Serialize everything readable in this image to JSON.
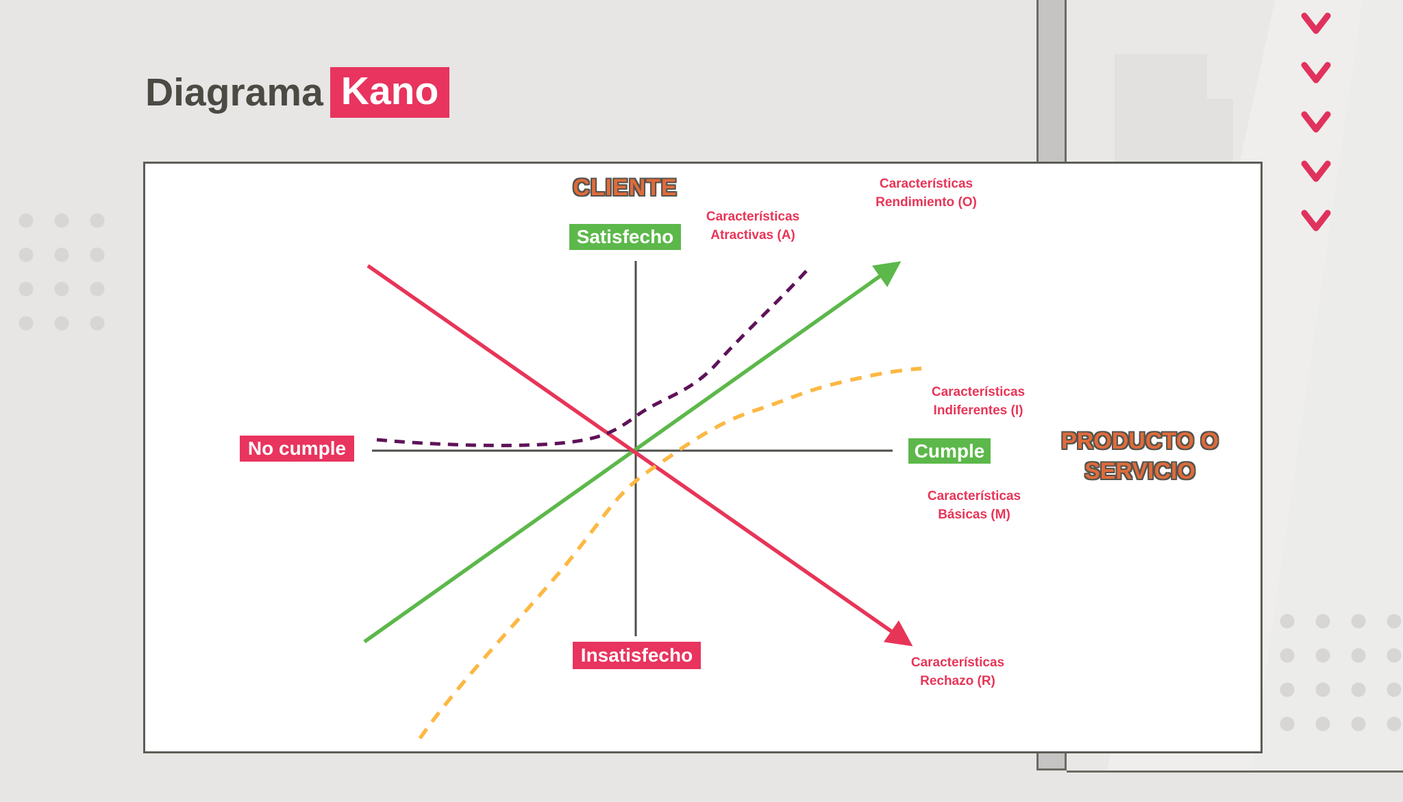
{
  "header": {
    "title_plain": "Diagrama",
    "title_highlight": "Kano"
  },
  "kano": {
    "axis_labels": {
      "client": "CLIENTE",
      "satisfied": "Satisfecho",
      "unsatisfied": "Insatisfecho",
      "not_fulfilled": "No cumple",
      "fulfilled": "Cumple",
      "product_line1": "PRODUCTO O",
      "product_line2": "SERVICIO"
    },
    "curve_labels": {
      "attractive": {
        "line1": "Características",
        "line2": "Atractivas (A)"
      },
      "performance": {
        "line1": "Características",
        "line2": "Rendimiento (O)"
      },
      "indifferent": {
        "line1": "Características",
        "line2": "Indiferentes (I)"
      },
      "basic": {
        "line1": "Características",
        "line2": "Básicas (M)"
      },
      "reverse": {
        "line1": "Características",
        "line2": "Rechazo (R)"
      }
    },
    "curves": [
      {
        "name": "attractive",
        "style": "dashed",
        "color": "#5e1258"
      },
      {
        "name": "performance",
        "style": "solid",
        "color": "#5cb84a",
        "arrow": true
      },
      {
        "name": "basic",
        "style": "dashed",
        "color": "#fcb843"
      },
      {
        "name": "reverse",
        "style": "solid",
        "color": "#e73558",
        "arrow": true
      }
    ],
    "colors": {
      "accent_pink": "#e73558",
      "green": "#5cb84a",
      "orange": "#e06b3a",
      "purple": "#5e1258",
      "yellow": "#fcb843",
      "axis": "#4e4d48",
      "title_dark": "#4b4b44"
    }
  }
}
